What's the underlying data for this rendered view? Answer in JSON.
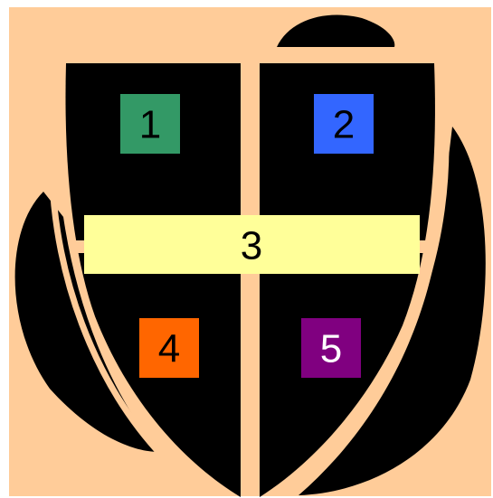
{
  "colors": {
    "background": "#ffffff",
    "canvas": "#ffcc99",
    "shape": "#000000",
    "divider": "#ffcc99",
    "box_1": "#339966",
    "box_2": "#3366ff",
    "box_3": "#ffff99",
    "box_4": "#ff6600",
    "box_5": "#800080"
  },
  "labels": {
    "box_1": "1",
    "box_2": "2",
    "box_3": "3",
    "box_4": "4",
    "box_5": "5"
  }
}
